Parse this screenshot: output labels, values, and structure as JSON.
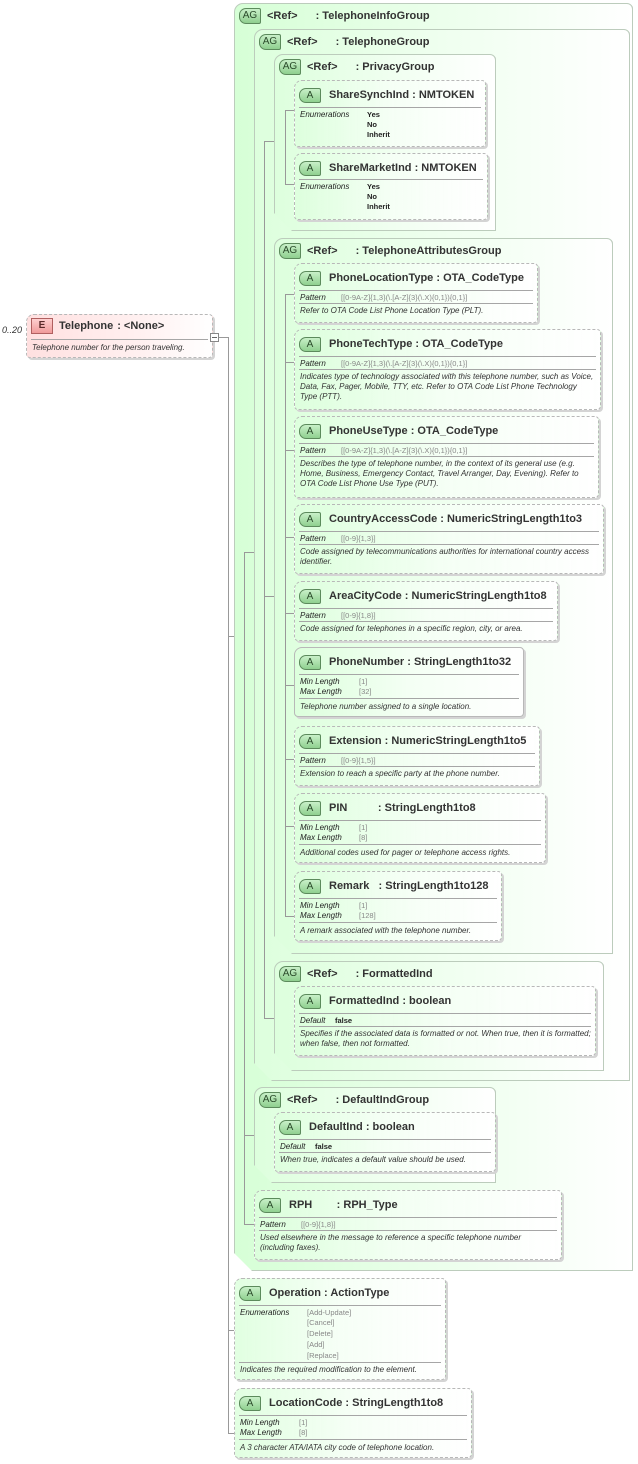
{
  "root": {
    "occurs": "0..20",
    "badge": "E",
    "name": "Telephone",
    "type": ": <None>",
    "doc": "Telephone number for the person traveling."
  },
  "groups": {
    "telephoneInfo": {
      "badge": "AG",
      "ref": "<Ref>",
      "name": ": TelephoneInfoGroup"
    },
    "telephone": {
      "badge": "AG",
      "ref": "<Ref>",
      "name": ": TelephoneGroup"
    },
    "privacy": {
      "badge": "AG",
      "ref": "<Ref>",
      "name": ": PrivacyGroup"
    },
    "attributes": {
      "badge": "AG",
      "ref": "<Ref>",
      "name": ": TelephoneAttributesGroup"
    },
    "formatted": {
      "badge": "AG",
      "ref": "<Ref>",
      "name": ": FormattedInd"
    },
    "defaultInd": {
      "badge": "AG",
      "ref": "<Ref>",
      "name": ": DefaultIndGroup"
    }
  },
  "attributes": {
    "shareSynch": {
      "badge": "A",
      "title": "ShareSynchInd : NMTOKEN",
      "prop": "Enumerations",
      "values": [
        "Yes",
        "No",
        "Inherit"
      ]
    },
    "shareMarket": {
      "badge": "A",
      "title": "ShareMarketInd : NMTOKEN",
      "prop": "Enumerations",
      "values": [
        "Yes",
        "No",
        "Inherit"
      ]
    },
    "phoneLocation": {
      "badge": "A",
      "title": "PhoneLocationType : OTA_CodeType",
      "prop": "Pattern",
      "value": "[[0-9A-Z]{1,3}(\\.[A-Z]{3}(\\.X){0,1}){0,1}]",
      "doc": "Refer to OTA Code List Phone Location Type (PLT)."
    },
    "phoneTech": {
      "badge": "A",
      "title": "PhoneTechType : OTA_CodeType",
      "prop": "Pattern",
      "value": "[[0-9A-Z]{1,3}(\\.[A-Z]{3}(\\.X){0,1}){0,1}]",
      "doc": "Indicates type of technology associated with this telephone number, such as Voice, Data, Fax, Pager, Mobile, TTY, etc. Refer to OTA Code List Phone Technology Type (PTT)."
    },
    "phoneUse": {
      "badge": "A",
      "title": "PhoneUseType : OTA_CodeType",
      "prop": "Pattern",
      "value": "[[0-9A-Z]{1,3}(\\.[A-Z]{3}(\\.X){0,1}){0,1}]",
      "doc": "Describes the type of telephone number, in the context of its general use (e.g. Home, Business, Emergency Contact, Travel Arranger, Day, Evening). Refer to OTA Code List Phone Use Type (PUT)."
    },
    "countryAccess": {
      "badge": "A",
      "title": "CountryAccessCode : NumericStringLength1to3",
      "prop": "Pattern",
      "value": "[[0-9]{1,3}]",
      "doc": "Code assigned by telecommunications authorities for international country access identifier."
    },
    "areaCity": {
      "badge": "A",
      "title": "AreaCityCode : NumericStringLength1to8",
      "prop": "Pattern",
      "value": "[[0-9]{1,8}]",
      "doc": "Code assigned for telephones in a specific region, city, or area."
    },
    "phoneNumber": {
      "badge": "A",
      "title": "PhoneNumber : StringLength1to32",
      "prop1": "Min Length",
      "val1": "[1]",
      "prop2": "Max Length",
      "val2": "[32]",
      "doc": "Telephone number assigned to a single location."
    },
    "extension": {
      "badge": "A",
      "title": "Extension : NumericStringLength1to5",
      "prop": "Pattern",
      "value": "[[0-9]{1,5}]",
      "doc": "Extension to reach a specific party at the phone number."
    },
    "pin": {
      "badge": "A",
      "title": "PIN          : StringLength1to8",
      "prop1": "Min Length",
      "val1": "[1]",
      "prop2": "Max Length",
      "val2": "[8]",
      "doc": "Additional codes used for pager or telephone access rights."
    },
    "remark": {
      "badge": "A",
      "title": "Remark   : StringLength1to128",
      "prop1": "Min Length",
      "val1": "[1]",
      "prop2": "Max Length",
      "val2": "[128]",
      "doc": "A remark associated with the telephone number."
    },
    "formattedInd": {
      "badge": "A",
      "title": "FormattedInd : boolean",
      "prop": "Default",
      "value": "false",
      "doc": "Specifies if the associated data is formatted or not.  When true, then it is formatted; when false, then not formatted."
    },
    "defaultInd": {
      "badge": "A",
      "title": "DefaultInd : boolean",
      "prop": "Default",
      "value": "false",
      "doc": "When true, indicates a default value should be used."
    },
    "rph": {
      "badge": "A",
      "title": "RPH        : RPH_Type",
      "prop": "Pattern",
      "value": "[[0-9]{1,8}]",
      "doc": "Used elsewhere in the message to reference a specific telephone number (including faxes)."
    },
    "operation": {
      "badge": "A",
      "title": "Operation : ActionType",
      "prop": "Enumerations",
      "values": [
        "[Add-Update]",
        "[Cancel]",
        "[Delete]",
        "[Add]",
        "[Replace]"
      ],
      "doc": "Indicates the required modification to the element."
    },
    "locationCode": {
      "badge": "A",
      "title": "LocationCode : StringLength1to8",
      "prop1": "Min Length",
      "val1": "[1]",
      "prop2": "Max Length",
      "val2": "[8]",
      "doc": "A 3 character ATA/IATA city code of telephone location."
    }
  }
}
